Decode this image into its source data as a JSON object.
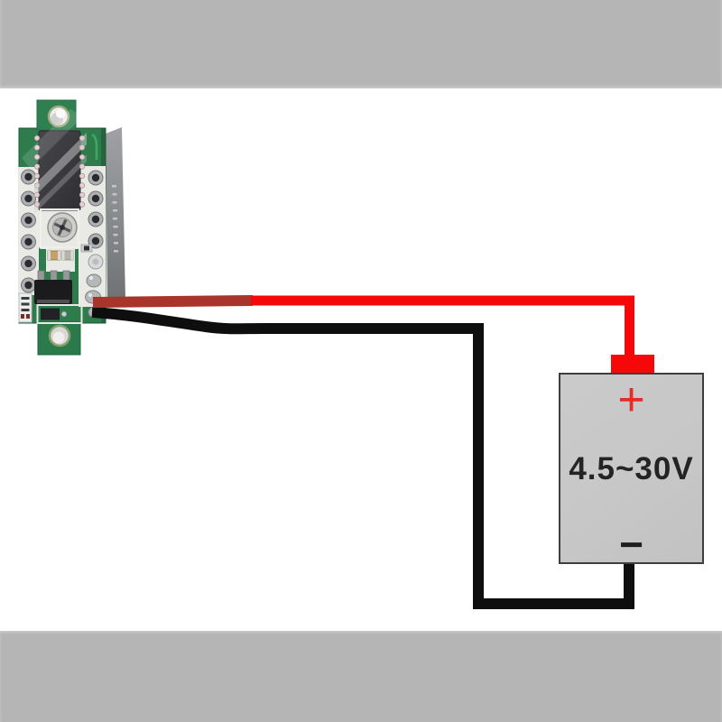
{
  "battery": {
    "plus_label": "+",
    "voltage_label": "4.5~30V",
    "minus_label": "−"
  },
  "colors": {
    "frame_bar": "#b4b5b4",
    "background": "#ffffff",
    "wire_red": "#f70808",
    "wire_red_dark": "#a8342c",
    "wire_black": "#0e0e0e",
    "pcb_green": "#2e7c4c",
    "battery_fill": "#c7c7c7",
    "battery_border": "#3e3e3e",
    "plus_red": "#e62b2b",
    "label_dark": "#242424"
  },
  "icons": {
    "pcb_module": "pcb-module-photo",
    "battery_box": "power-source-box",
    "positive_wire": "red-wire",
    "negative_wire": "black-wire"
  }
}
